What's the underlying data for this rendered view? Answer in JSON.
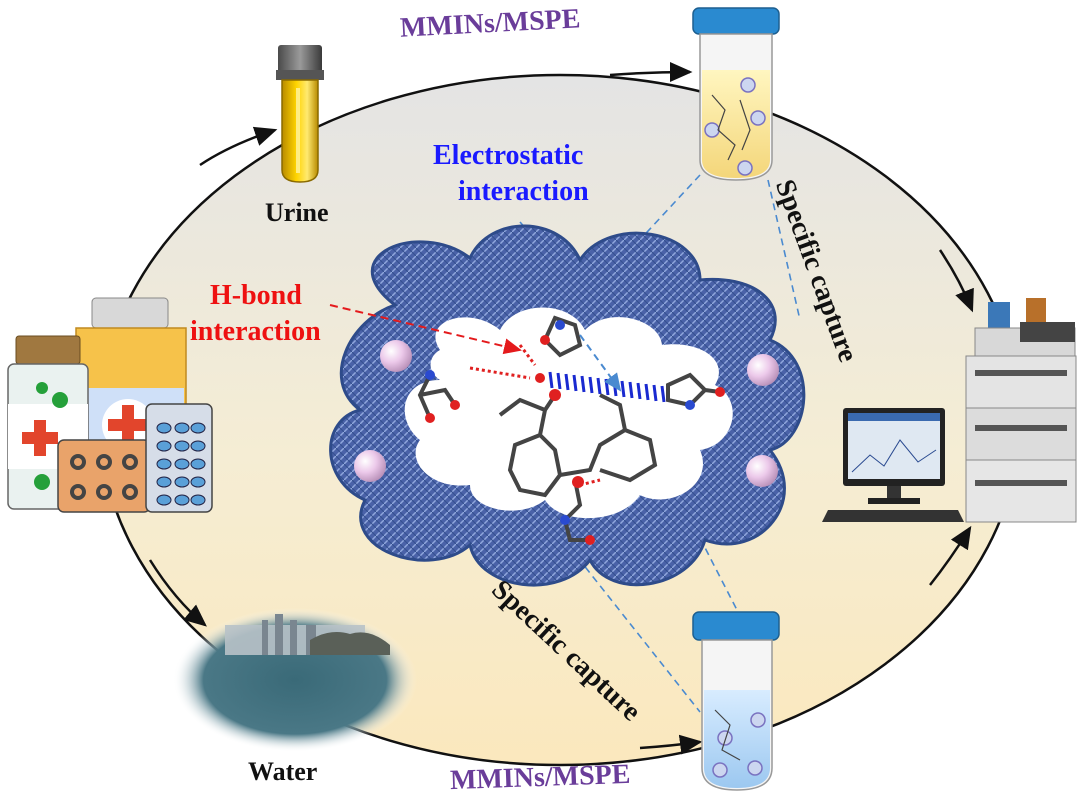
{
  "labels": {
    "top_method": "MMINs/MSPE",
    "bottom_method": "MMINs/MSPE",
    "urine": "Urine",
    "water": "Water",
    "electrostatic_line1": "Electrostatic",
    "electrostatic_line2": "interaction",
    "hbond_line1": "H-bond",
    "hbond_line2": "interaction",
    "capture_right": "Specific capture",
    "capture_bottom": "Specific capture"
  },
  "colors": {
    "method_text": "#6a3d9a",
    "electrostatic_text": "#1a1aff",
    "hbond_text": "#ee1111",
    "cloud_border": "#3d5aa0",
    "ellipse_fill_top": "#e9e9e9",
    "ellipse_fill_bottom": "#fbeac3",
    "sphere": "#e8c8e8"
  },
  "icons": [
    "urine-tube-icon",
    "vial-icon",
    "medicine-bottles-icon",
    "water-scene-icon",
    "hplc-instrument-icon",
    "computer-icon",
    "polymer-cloud-icon",
    "molecule-icon"
  ]
}
